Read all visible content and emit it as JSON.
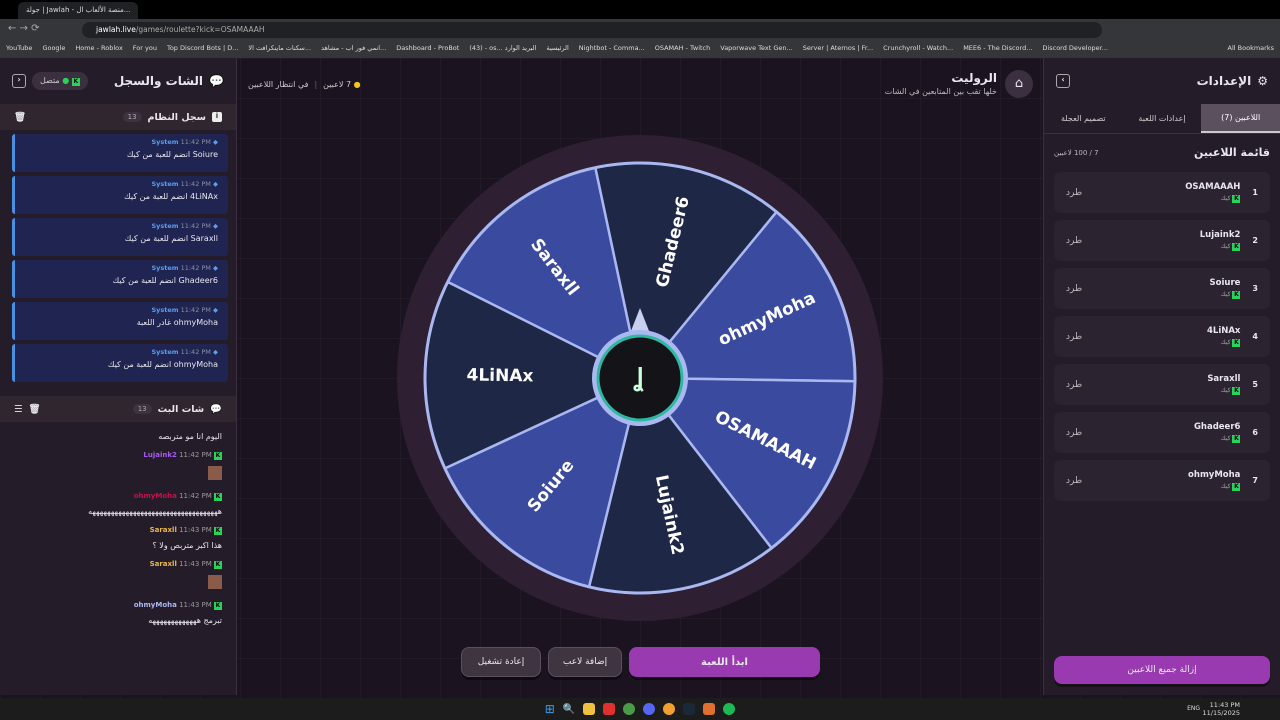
{
  "browser": {
    "tab_title": "جولة | Jawlah - منصة الألعاب ال...",
    "url_host": "jawlah.live",
    "url_path": "/games/roulette?kick=OSAMAAAH",
    "bookmarks": [
      "YouTube",
      "Google",
      "Home - Roblox",
      "For you",
      "Top Discord Bots | D...",
      "سكنات ماينكرافت الا...",
      "انمي فور اب - مشاهد...",
      "Dashboard - ProBot",
      "(43) - os... البريد الوارد",
      "الرئيسية",
      "Nightbot - Comma...",
      "OSAMAH - Twitch",
      "Vaporwave Text Gen...",
      "Server | Aternos | Fr...",
      "Crunchyroll - Watch...",
      "MEE6 - The Discord...",
      "Discord Developer...",
      "All Bookmarks"
    ]
  },
  "left": {
    "title": "الشات والسجل",
    "status": "متصل",
    "system_log": {
      "title": "سجل النظام",
      "count": "13",
      "items": [
        {
          "sender": "System",
          "time": "11:42 PM",
          "text": "Soiure انضم للعبة من كيك"
        },
        {
          "sender": "System",
          "time": "11:42 PM",
          "text": "4LiNAx انضم للعبة من كيك"
        },
        {
          "sender": "System",
          "time": "11:42 PM",
          "text": "Saraxll انضم للعبة من كيك"
        },
        {
          "sender": "System",
          "time": "11:42 PM",
          "text": "Ghadeer6 انضم للعبة من كيك"
        },
        {
          "sender": "System",
          "time": "11:42 PM",
          "text": "ohmyMoha غادر اللعبة"
        },
        {
          "sender": "System",
          "time": "11:42 PM",
          "text": "ohmyMoha انضم للعبة من كيك"
        }
      ]
    },
    "stream_chat": {
      "title": "شات البث",
      "count": "13",
      "items": [
        {
          "user": "",
          "time": "",
          "text": "اليوم انا مو متربصه",
          "color": "#ddd"
        },
        {
          "user": "Lujaink2",
          "time": "11:42 PM",
          "text": "",
          "color": "#a45bf0"
        },
        {
          "user": "ohmyMoha",
          "time": "11:42 PM",
          "text": "هههههههههههههههههههههههههههههههههههه",
          "color": "#c0144a"
        },
        {
          "user": "Saraxll",
          "time": "11:43 PM",
          "text": "هذا اكبر متربص ولا ؟",
          "color": "#e8b84a"
        },
        {
          "user": "Saraxll",
          "time": "11:43 PM",
          "text": "",
          "color": "#e8b84a"
        },
        {
          "user": "ohmyMoha",
          "time": "11:43 PM",
          "text": "تبرمج هههههههههههههه",
          "color": "#a9b8f0"
        }
      ]
    }
  },
  "center": {
    "title": "الروليت",
    "subtitle": "خلها تقب بين المتابعين في الشات",
    "players_count": "7 لاعبين",
    "status": "في انتظار اللاعبين",
    "start": "ابدأ اللعبة",
    "add": "إضافة لاعب",
    "restart": "إعادة تشغيل"
  },
  "wheel": {
    "start_angle": -12,
    "colors": {
      "dark": "#1f2747",
      "blue": "#3a4a9e",
      "stroke": "#a9b8f0"
    },
    "slices": [
      {
        "name": "Ghadeer6",
        "tone": "dark"
      },
      {
        "name": "ohmyMoha",
        "tone": "blue"
      },
      {
        "name": "OSAMAAAH",
        "tone": "blue"
      },
      {
        "name": "Lujaink2",
        "tone": "dark"
      },
      {
        "name": "Soiure",
        "tone": "blue"
      },
      {
        "name": "4LiNAx",
        "tone": "dark"
      },
      {
        "name": "Saraxll",
        "tone": "blue"
      }
    ]
  },
  "right": {
    "title": "الإعدادات",
    "tabs": [
      "اللاعبين (7)",
      "إعدادات اللعبة",
      "تصميم العجلة"
    ],
    "list_title": "قائمة اللاعبين",
    "capacity": "7 / 100 لاعبين",
    "platform": "كيك",
    "kick": "طرد",
    "players": [
      "OSAMAAAH",
      "Lujaink2",
      "Soiure",
      "4LiNAx",
      "Saraxll",
      "Ghadeer6",
      "ohmyMoha"
    ],
    "remove_all": "إزالة جميع اللاعبين"
  },
  "taskbar": {
    "lang": "ENG",
    "time": "11:43 PM",
    "date": "11/15/2025"
  }
}
